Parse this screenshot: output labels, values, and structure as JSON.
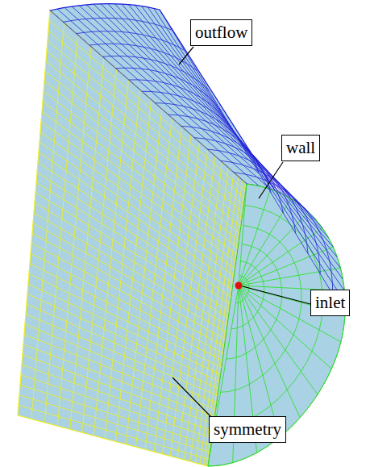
{
  "diagram": {
    "nodes": [
      {
        "text": [
          "outflow"
        ]
      },
      {
        "text": [
          "wall"
        ]
      },
      {
        "text": [
          "inlet"
        ]
      },
      {
        "text": [
          "symmetry"
        ]
      }
    ]
  }
}
